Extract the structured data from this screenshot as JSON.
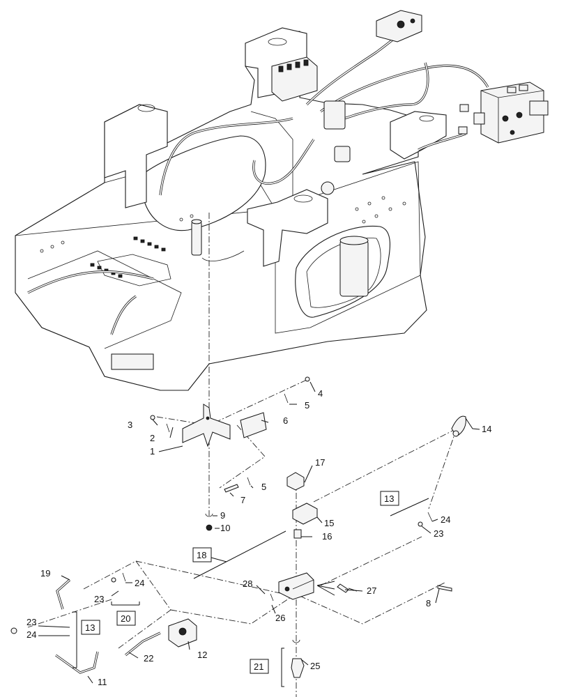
{
  "callouts": {
    "c1": "1",
    "c2": "2",
    "c3": "3",
    "c4": "4",
    "c5a": "5",
    "c5b": "5",
    "c6": "6",
    "c7": "7",
    "c8": "8",
    "c9": "9",
    "c10": "10",
    "c11": "11",
    "c12": "12",
    "c13a": "13",
    "c13b": "13",
    "c14": "14",
    "c15": "15",
    "c16": "16",
    "c17": "17",
    "c18": "18",
    "c19": "19",
    "c20": "20",
    "c21": "21",
    "c22": "22",
    "c23a": "23",
    "c23b": "23",
    "c23c": "23",
    "c24a": "24",
    "c24b": "24",
    "c24c": "24",
    "c25": "25",
    "c26": "26",
    "c27": "27",
    "c28": "28"
  }
}
